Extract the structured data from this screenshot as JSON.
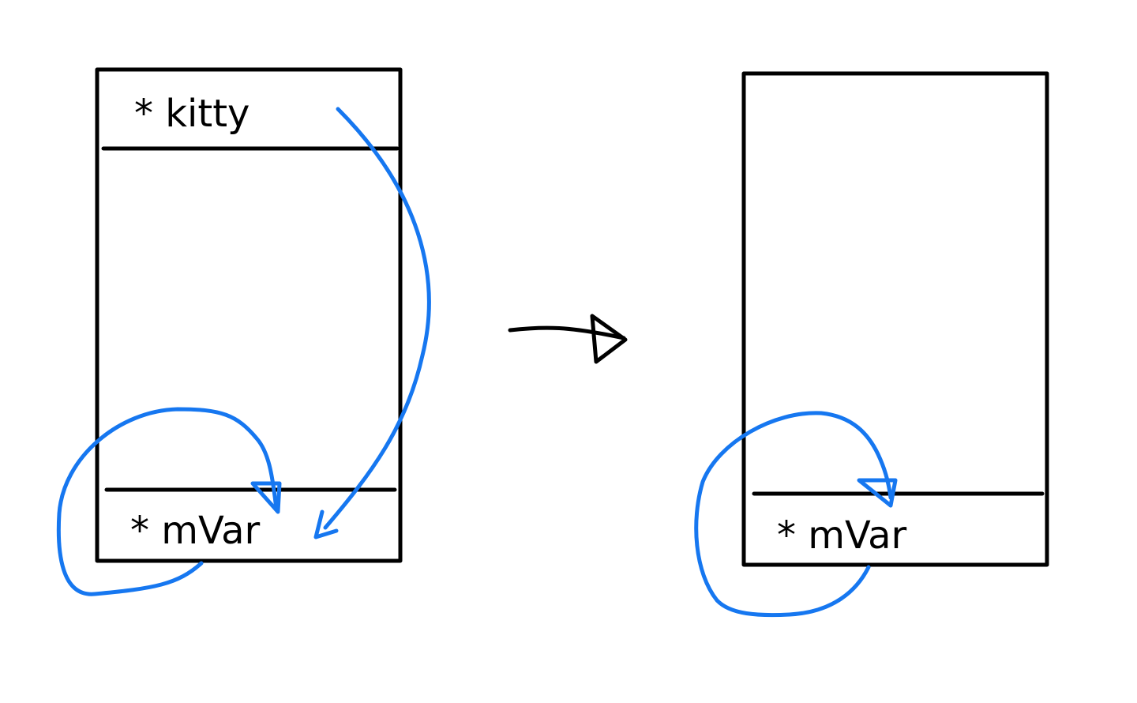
{
  "left_block": {
    "top_field_label": "* kitty",
    "bottom_field_label": "* mVar"
  },
  "right_block": {
    "bottom_field_label": "* mVar"
  },
  "colors": {
    "outline": "#000000",
    "pointer": "#1677f0"
  }
}
